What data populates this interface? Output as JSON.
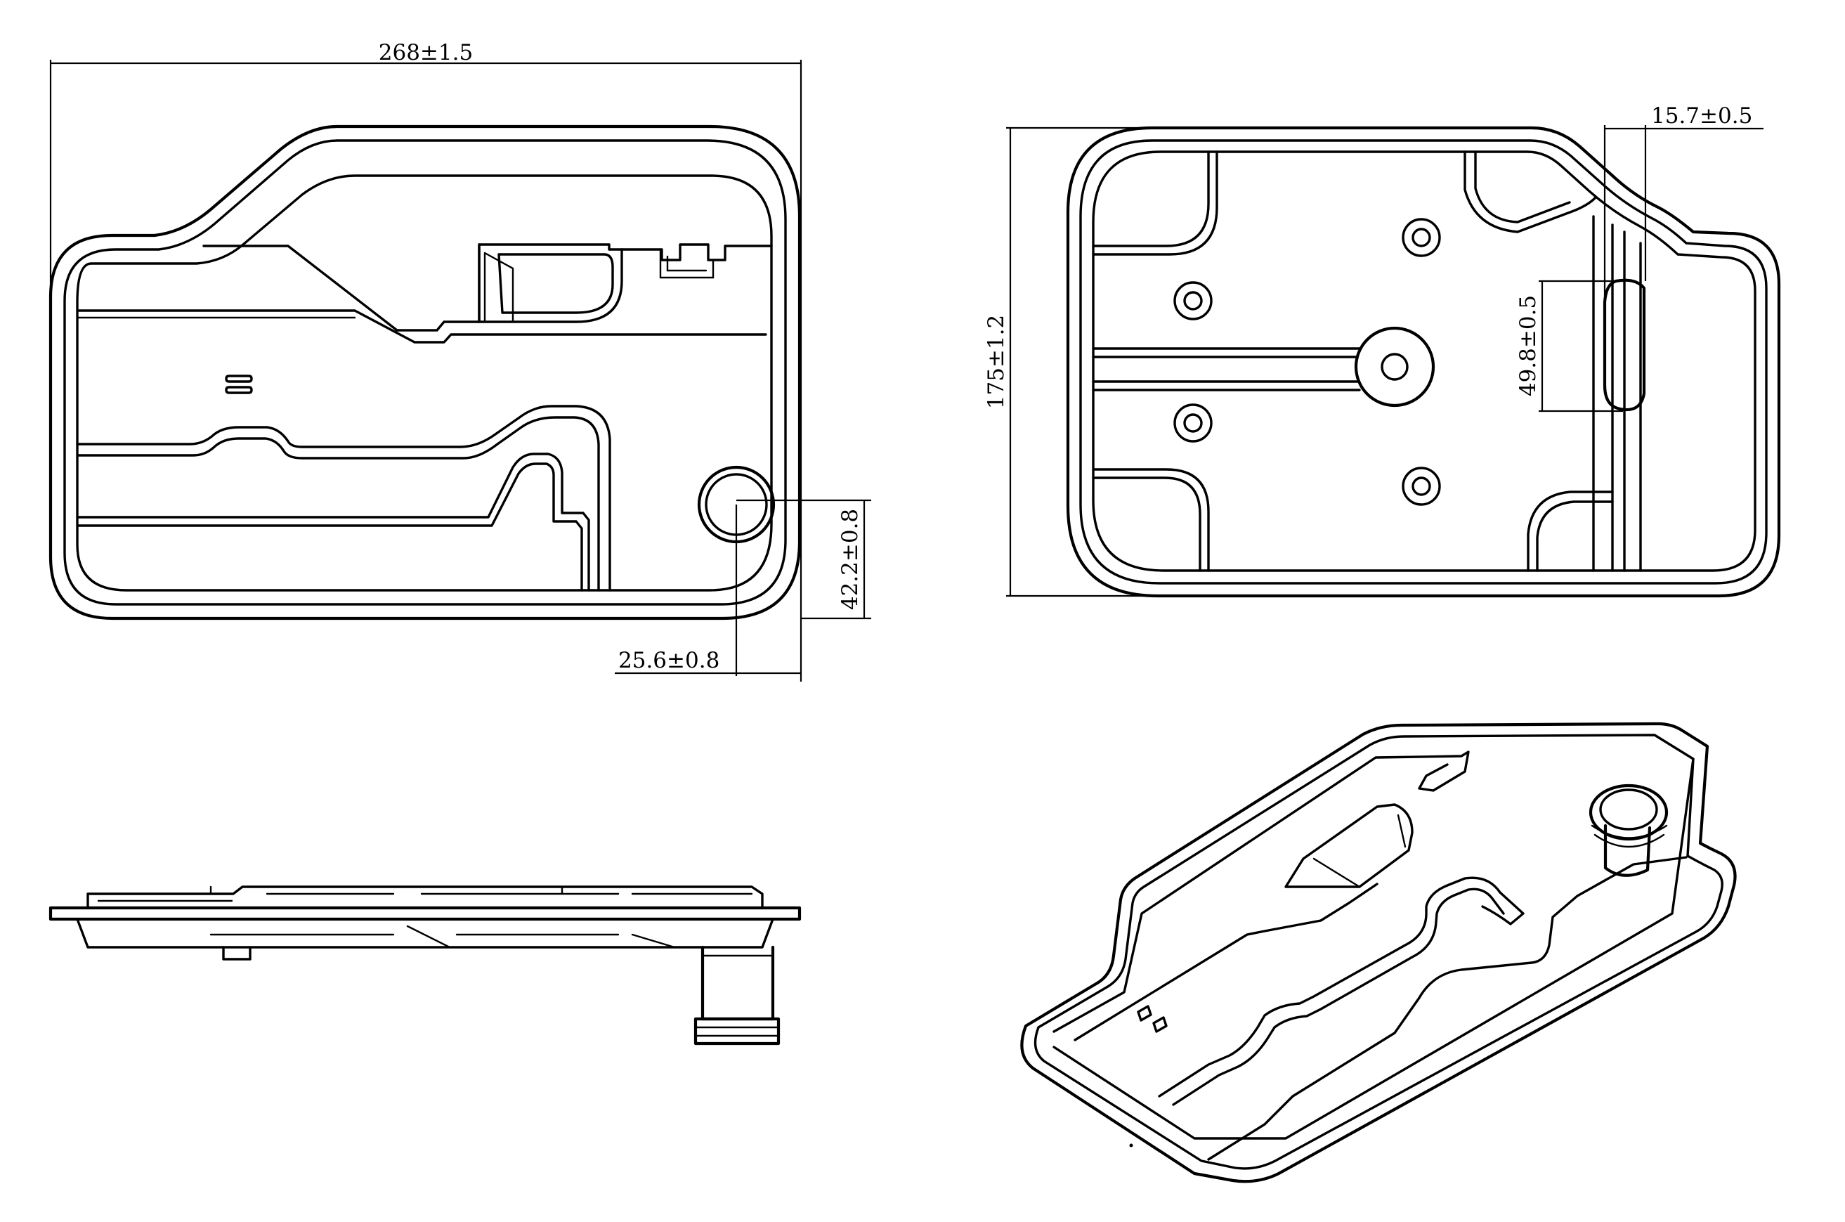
{
  "dimensions": {
    "overall_length": "268±1.5",
    "overall_width": "175±1.2",
    "outlet_offset_x": "25.6±0.8",
    "outlet_offset_y": "42.2±0.8",
    "notch_depth": "15.7±0.5",
    "notch_height": "49.8±0.5"
  },
  "views": [
    "top-view",
    "bottom-view",
    "side-view",
    "isometric-view"
  ]
}
